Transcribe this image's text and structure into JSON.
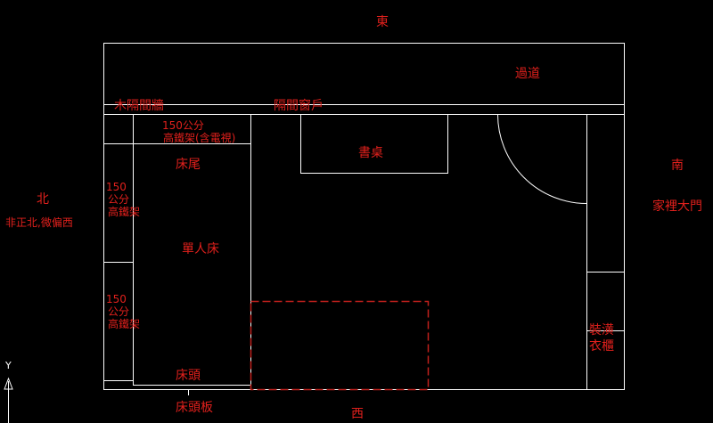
{
  "colors": {
    "background": "#000000",
    "lines": "#ffffff",
    "labels": "#e0201c"
  },
  "compass": {
    "east": "東",
    "west": "西",
    "north": "北",
    "north_note": "非正北,微偏西",
    "south": "南"
  },
  "labels": {
    "corridor": "過道",
    "wood_partition": "木隔間牆",
    "partition_window": "隔間窗戶",
    "top_shelf_size": "150公分",
    "top_shelf_desc": "高鐵架(含電視)",
    "bed_foot": "床尾",
    "desk": "書桌",
    "shelf1_line1": "150",
    "shelf1_line2": "公分",
    "shelf1_line3": "高鐵架",
    "single_bed": "單人床",
    "shelf2_line1": "150",
    "shelf2_line2": "公分",
    "shelf2_line3": "高鐵架",
    "bed_head": "床頭",
    "headboard": "床頭板",
    "main_door": "家裡大門",
    "wardrobe_line1": "裝潢",
    "wardrobe_line2": "衣櫃"
  },
  "axis_icon": {
    "label": "Y"
  }
}
